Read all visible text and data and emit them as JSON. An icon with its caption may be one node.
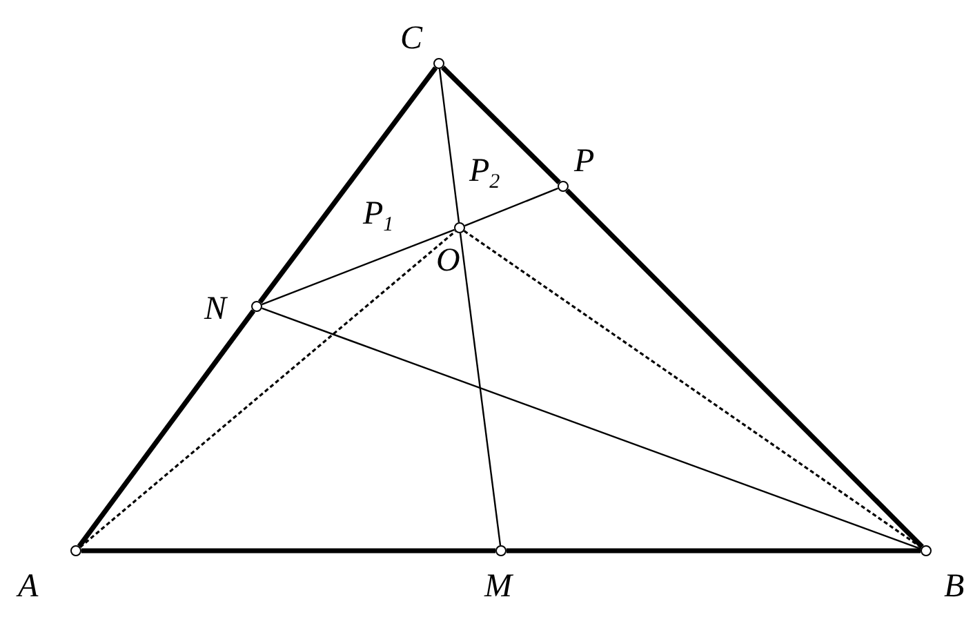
{
  "diagram": {
    "nodes": [
      {
        "text": [],
        "shape": "circle",
        "beside": [
          "C"
        ]
      },
      {
        "text": [],
        "shape": "circle",
        "beside": [
          "P"
        ]
      },
      {
        "text": [],
        "shape": "circle",
        "beside": [
          "N"
        ]
      },
      {
        "text": [],
        "shape": "circle",
        "beside": [
          "O"
        ]
      },
      {
        "text": [],
        "shape": "circle",
        "beside": [
          "A"
        ]
      },
      {
        "text": [],
        "shape": "circle",
        "beside": [
          "M"
        ]
      },
      {
        "text": [],
        "shape": "circle",
        "beside": [
          "B"
        ]
      }
    ],
    "edges": [
      {
        "from": 4,
        "to": 2,
        "arrow": "none",
        "style": "thick"
      },
      {
        "from": 2,
        "to": 0,
        "arrow": "none",
        "style": "thick"
      },
      {
        "from": 0,
        "to": 1,
        "arrow": "none",
        "style": "thick"
      },
      {
        "from": 1,
        "to": 6,
        "arrow": "none",
        "style": "thick"
      },
      {
        "from": 4,
        "to": 5,
        "arrow": "none",
        "style": "thick"
      },
      {
        "from": 5,
        "to": 6,
        "arrow": "none",
        "style": "thick"
      },
      {
        "from": 0,
        "to": 3,
        "arrow": "none"
      },
      {
        "from": 3,
        "to": 5,
        "arrow": "none"
      },
      {
        "from": 2,
        "to": 3,
        "arrow": "none"
      },
      {
        "from": 3,
        "to": 1,
        "arrow": "none"
      },
      {
        "from": 2,
        "to": 6,
        "arrow": "none"
      },
      {
        "from": 4,
        "to": 3,
        "arrow": "none",
        "style": "dashed"
      },
      {
        "from": 3,
        "to": 6,
        "arrow": "none",
        "style": "dashed"
      }
    ],
    "labels": [
      "P$_{2}$",
      "P$_{1}$"
    ]
  }
}
